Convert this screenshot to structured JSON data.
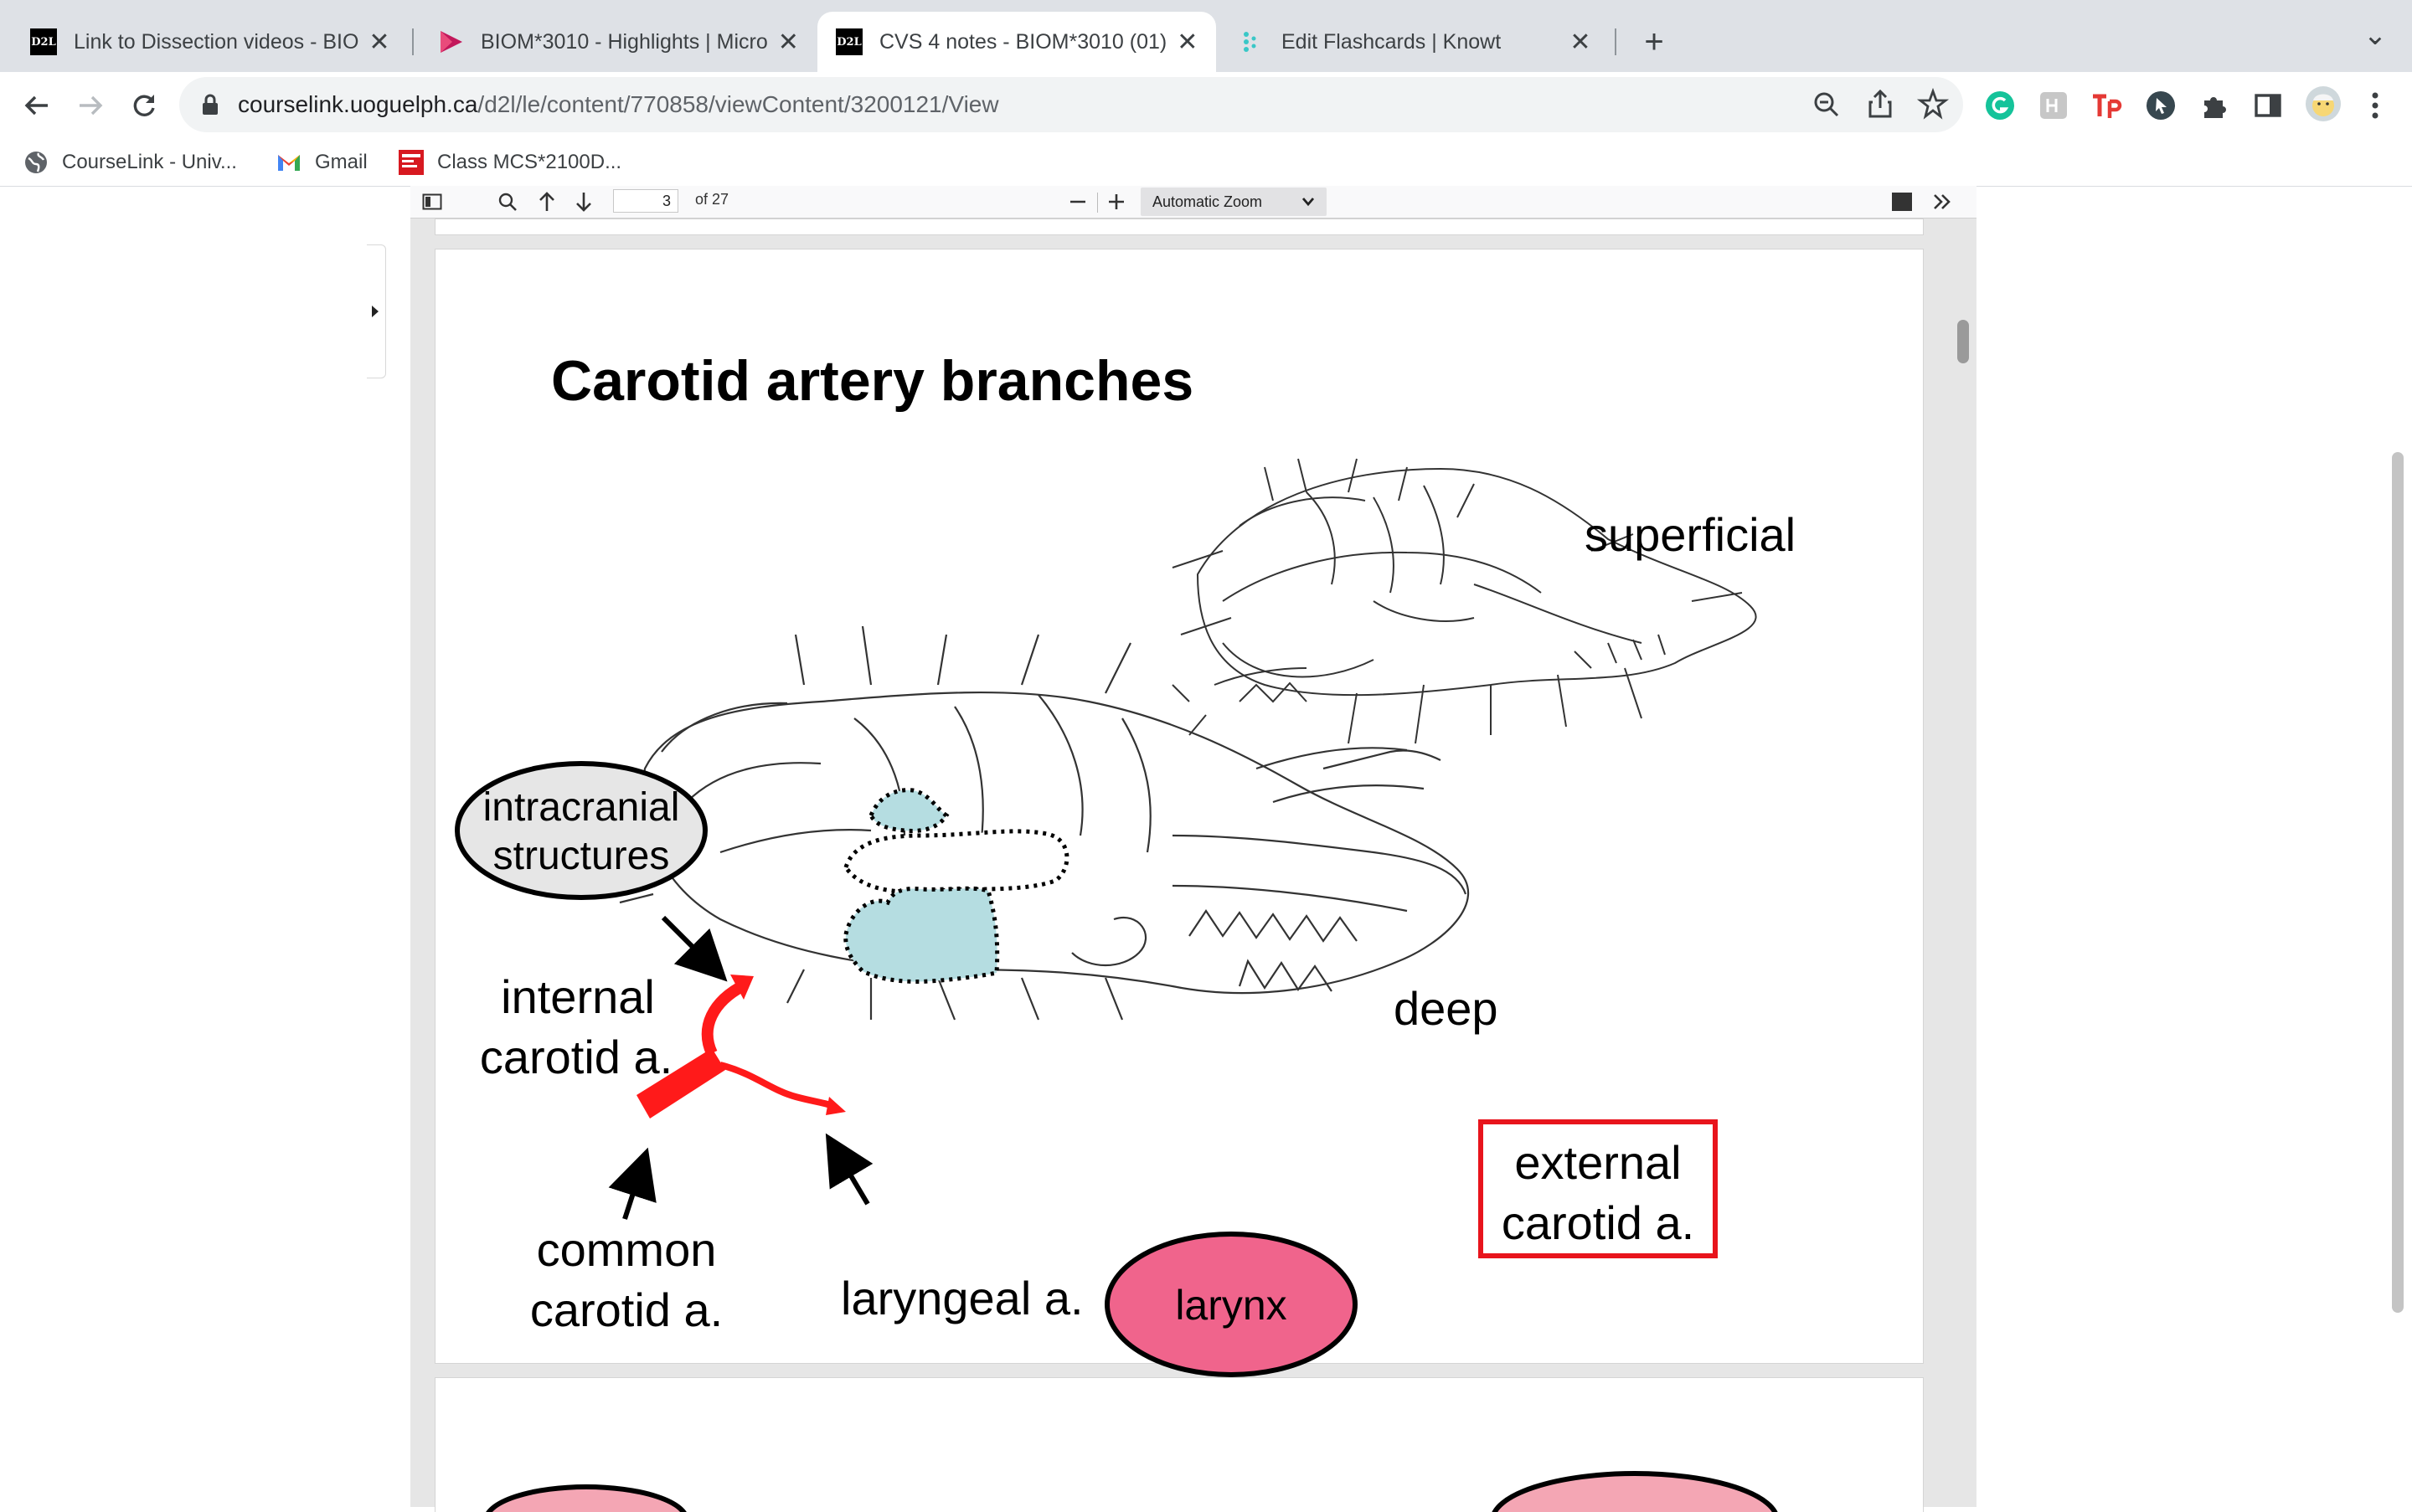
{
  "browser": {
    "tabs": [
      {
        "title": "Link to Dissection videos - BIO",
        "icon": "d2l-icon",
        "active": false
      },
      {
        "title": "BIOM*3010 - Highlights | Micro",
        "icon": "play-icon",
        "active": false
      },
      {
        "title": "CVS 4 notes - BIOM*3010 (01)",
        "icon": "d2l-icon",
        "active": true
      },
      {
        "title": "Edit Flashcards | Knowt",
        "icon": "knowt-icon",
        "active": false
      }
    ],
    "close_glyph": "✕",
    "new_tab_glyph": "+",
    "tab_menu_glyph": "⌄",
    "d2l_badge": "D2L",
    "url": {
      "host": "courselink.uoguelph.ca",
      "path": "/d2l/le/content/770858/viewContent/3200121/View"
    },
    "bookmarks": [
      {
        "label": "CourseLink - Univ...",
        "icon": "globe-icon"
      },
      {
        "label": "Gmail",
        "icon": "gmail-icon"
      },
      {
        "label": "Class MCS*2100D...",
        "icon": "mcgraw-icon"
      }
    ]
  },
  "pdf_toolbar": {
    "page_number": "3",
    "page_count_text": "of 27",
    "zoom_label": "Automatic Zoom"
  },
  "slide": {
    "title": "Carotid artery branches",
    "labels": {
      "superficial": "superficial",
      "deep": "deep",
      "intracranial_line1": "intracranial",
      "intracranial_line2": "structures",
      "internal_line1": "internal",
      "internal_line2": "carotid a.",
      "common_line1": "common",
      "common_line2": "carotid a.",
      "laryngeal": "laryngeal a.",
      "larynx": "larynx",
      "external_line1": "external",
      "external_line2": "carotid a."
    },
    "colors": {
      "artery": "#ff1a1a",
      "region_fill": "#b5dde1",
      "larynx_fill": "#f0648c",
      "intracranial_fill": "#e6e6e6",
      "highlight_box": "#e8141c"
    }
  }
}
